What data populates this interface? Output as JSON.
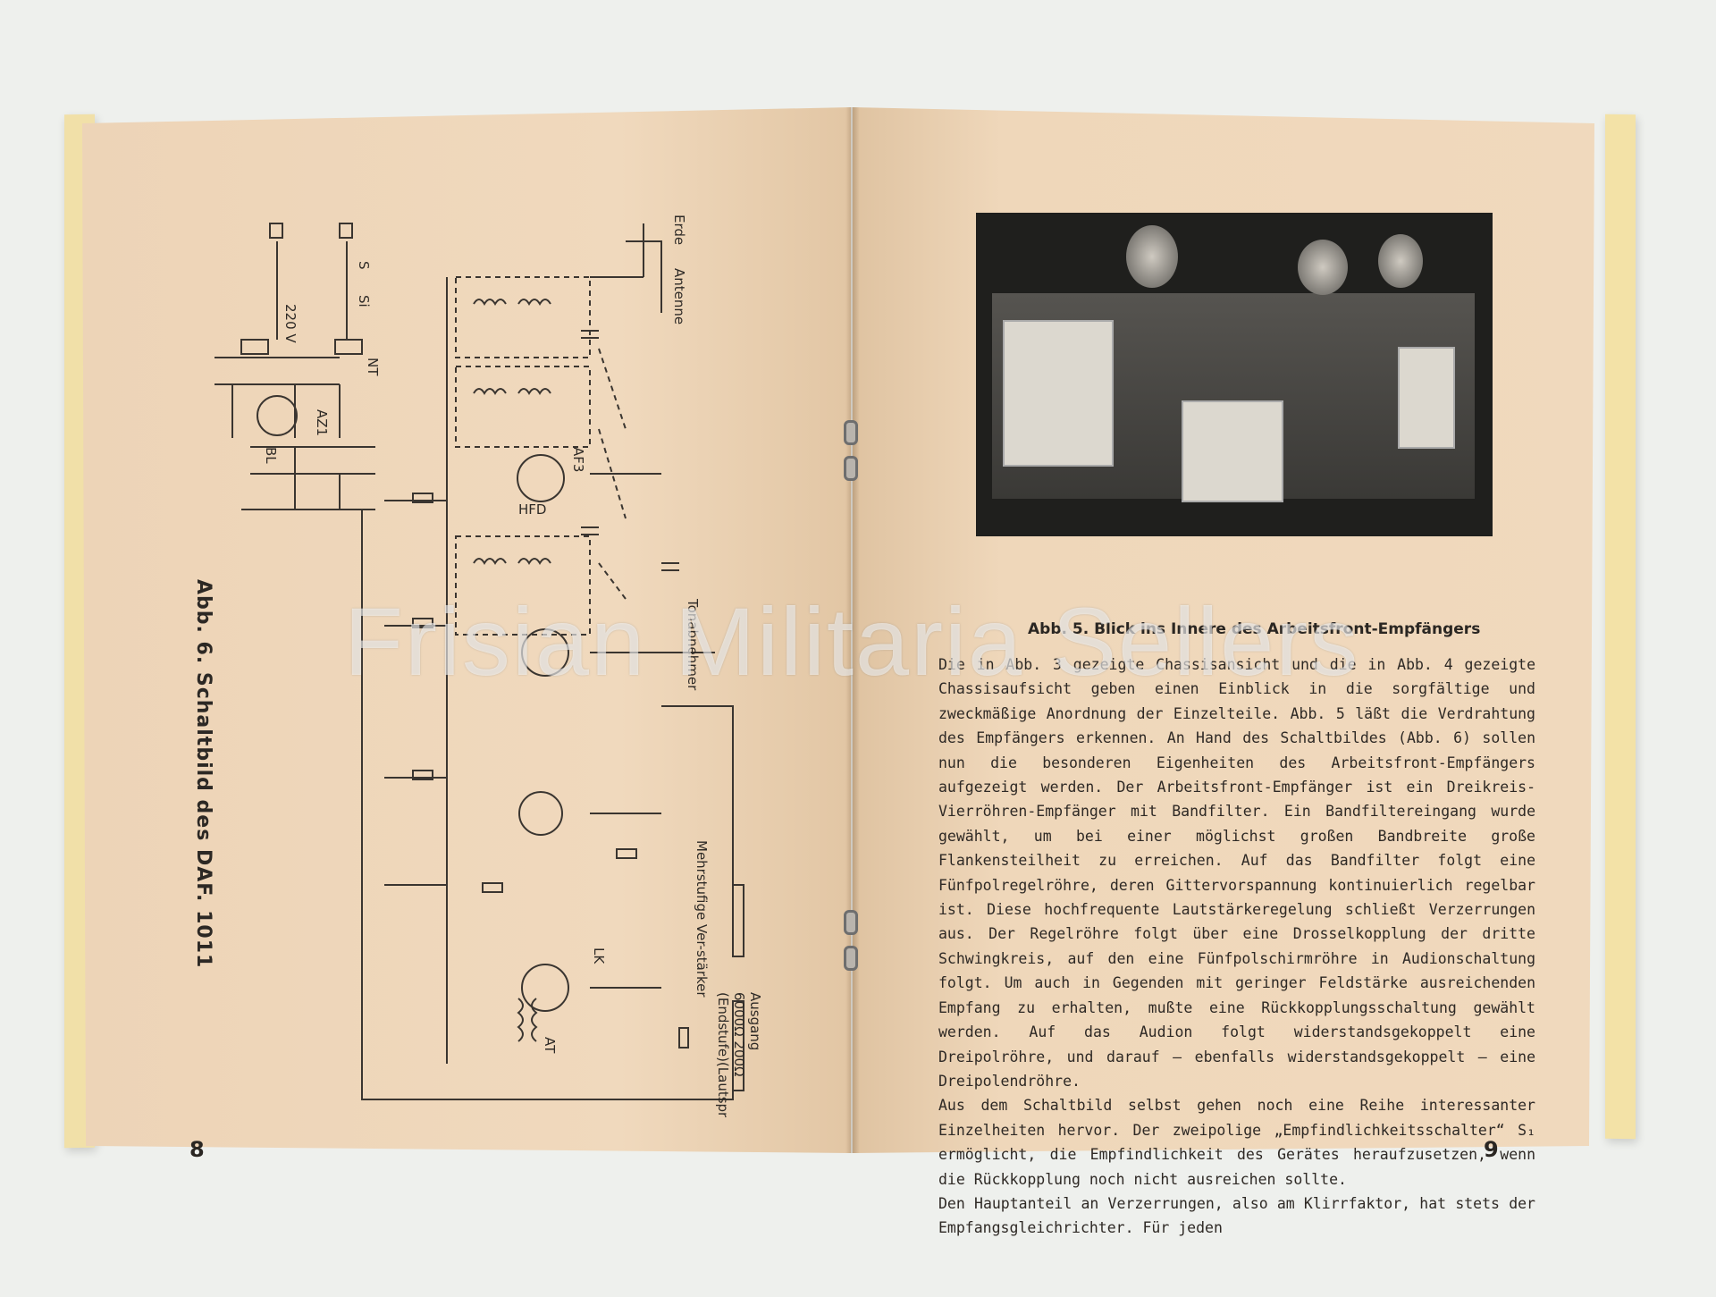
{
  "left_page": {
    "caption": "Abb. 6. Schaltbild des DAF. 1011",
    "page_number": "8",
    "schematic_labels": {
      "voltage": "220 V",
      "switch": "S",
      "fuse": "Si",
      "transformer": "NT",
      "ground": "Erde",
      "antenna": "Antenne",
      "pickup": "Tonabnehmer",
      "amp": "Mehrstufige Ver-stärker",
      "output": "Ausgang",
      "output_values": "6000Ω 200Ω",
      "output_note": "(Endstufe)(Lautspr.)",
      "tube_af3": "AF3",
      "tube_az1": "AZ1",
      "tube_hfd": "HFD",
      "tube_lk": "LK",
      "at": "AT",
      "bl": "BL"
    }
  },
  "right_page": {
    "photo_caption": "Abb. 5. Blick ins Innere des Arbeitsfront-Empfängers",
    "page_number": "9",
    "paragraph_1": "Die in Abb. 3 gezeigte Chassisansicht und die in Abb. 4 gezeigte Chassisaufsicht geben einen Einblick in die sorgfältige und zweckmäßige Anordnung der Einzelteile. Abb. 5 läßt die Verdrahtung des Empfängers erkennen. An Hand des Schaltbildes (Abb. 6) sollen nun die besonderen Eigenheiten des Arbeitsfront-Empfängers aufgezeigt werden. Der Arbeitsfront-Empfänger ist ein Dreikreis-Vierröhren-Empfänger mit Bandfilter. Ein Bandfiltereingang wurde gewählt, um bei einer möglichst großen Bandbreite große Flankensteilheit zu erreichen. Auf das Bandfilter folgt eine Fünfpolregelröhre, deren Gittervorspannung kontinuierlich regelbar ist. Diese hochfrequente Lautstärkeregelung schließt Verzerrungen aus. Der Regelröhre folgt über eine Drosselkopplung der dritte Schwingkreis, auf den eine Fünfpolschirmröhre in Audionschaltung folgt. Um auch in Gegenden mit geringer Feldstärke ausreichenden Empfang zu erhalten, mußte eine Rückkopplungsschaltung gewählt werden. Auf das Audion folgt widerstandsgekoppelt eine Dreipolröhre, und darauf — ebenfalls widerstandsgekoppelt — eine Dreipolendröhre.",
    "paragraph_2": "Aus dem Schaltbild selbst gehen noch eine Reihe interessanter Einzelheiten hervor. Der zweipolige „Empfindlichkeitsschalter“ S₁ ermöglicht, die Empfindlichkeit des Gerätes heraufzusetzen, wenn die Rückkopplung noch nicht ausreichen sollte.",
    "paragraph_3": "Den Hauptanteil an Verzerrungen, also am Klirrfaktor, hat stets der Empfangsgleichrichter. Für jeden"
  },
  "watermark": "Frisian Militaria Sellers"
}
